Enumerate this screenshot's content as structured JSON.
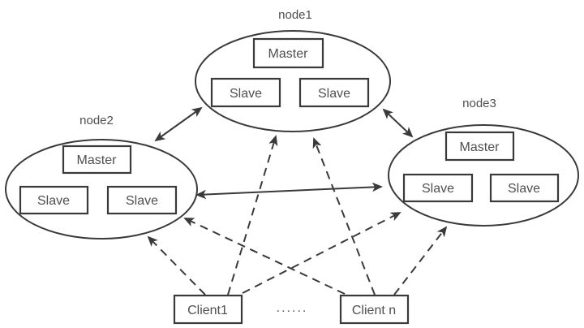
{
  "diagram": {
    "colors": {
      "line_color": "#3a3a3a",
      "text_color": "#4f4f4f",
      "background": "#ffffff"
    },
    "nodes": [
      {
        "id": "node1",
        "label": "node1",
        "master_label": "Master",
        "slave_labels": [
          "Slave",
          "Slave"
        ]
      },
      {
        "id": "node2",
        "label": "node2",
        "master_label": "Master",
        "slave_labels": [
          "Slave",
          "Slave"
        ]
      },
      {
        "id": "node3",
        "label": "node3",
        "master_label": "Master",
        "slave_labels": [
          "Slave",
          "Slave"
        ]
      }
    ],
    "clients": [
      {
        "id": "client1",
        "label": "Client1"
      },
      {
        "id": "client-n",
        "label": "Client n"
      }
    ],
    "ellipsis_label": "......",
    "edges": [
      {
        "from": "node1",
        "to": "node2",
        "style": "solid",
        "bidirectional": true
      },
      {
        "from": "node1",
        "to": "node3",
        "style": "solid",
        "bidirectional": true
      },
      {
        "from": "node2",
        "to": "node3",
        "style": "solid",
        "bidirectional": true
      },
      {
        "from": "client1",
        "to": "node2",
        "style": "dashed",
        "bidirectional": false
      },
      {
        "from": "client1",
        "to": "node1",
        "style": "dashed",
        "bidirectional": false
      },
      {
        "from": "client1",
        "to": "node3",
        "style": "dashed",
        "bidirectional": false
      },
      {
        "from": "client-n",
        "to": "node2",
        "style": "dashed",
        "bidirectional": false
      },
      {
        "from": "client-n",
        "to": "node1",
        "style": "dashed",
        "bidirectional": false
      },
      {
        "from": "client-n",
        "to": "node3",
        "style": "dashed",
        "bidirectional": false
      }
    ]
  }
}
